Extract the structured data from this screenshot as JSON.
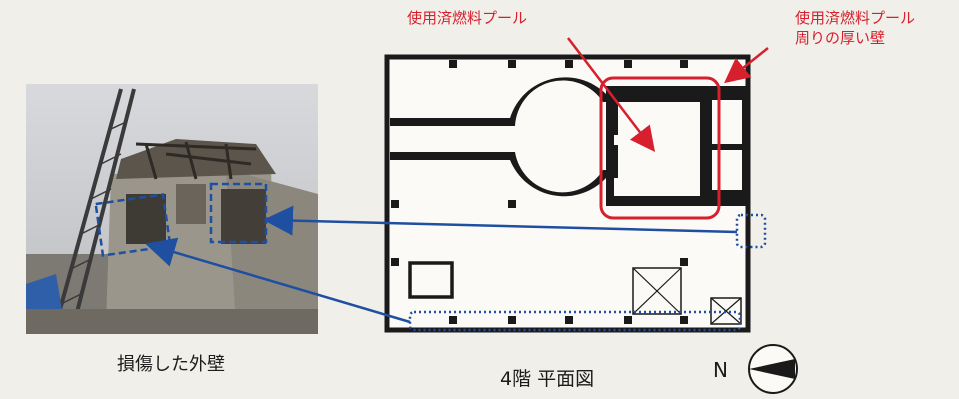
{
  "labels": {
    "pool": "使用済燃料プール",
    "pool_wall_line1": "使用済燃料プール",
    "pool_wall_line2": "周りの厚い壁",
    "damaged_wall": "損傷した外壁",
    "floor_plan": "4階 平面図",
    "compass_n": "N"
  },
  "colors": {
    "annotation_red": "#d6202e",
    "arrow_blue": "#1f4fa0",
    "structure_black": "#1a1a1a"
  },
  "icons": [
    "compass-icon"
  ]
}
